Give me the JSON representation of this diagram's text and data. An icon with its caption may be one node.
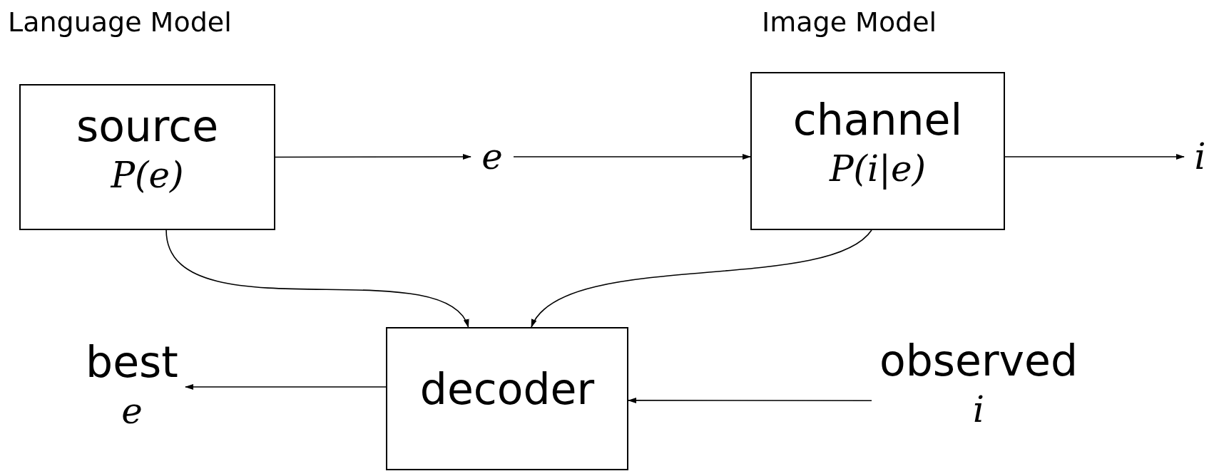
{
  "diagram": {
    "nodes": [
      {
        "text": [
          "source",
          "P(e)"
        ]
      },
      {
        "text": [
          "e"
        ]
      },
      {
        "text": [
          "channel",
          "P(i|e)"
        ]
      },
      {
        "text": [
          "i"
        ]
      },
      {
        "text": [
          "decoder"
        ]
      },
      {
        "text": [
          "best",
          "e"
        ]
      },
      {
        "text": [
          "observed",
          "i"
        ]
      }
    ],
    "edges": [
      {
        "from": 0,
        "to": 1,
        "arrow": "to"
      },
      {
        "from": 1,
        "to": 2,
        "arrow": "to"
      },
      {
        "from": 2,
        "to": 3,
        "arrow": "to"
      },
      {
        "from": 0,
        "to": 4,
        "arrow": "to"
      },
      {
        "from": 2,
        "to": 4,
        "arrow": "to"
      },
      {
        "from": 4,
        "to": 5,
        "arrow": "to"
      },
      {
        "from": 6,
        "to": 4,
        "arrow": "to"
      }
    ],
    "labels": [
      "Language Model",
      "Image Model"
    ]
  }
}
